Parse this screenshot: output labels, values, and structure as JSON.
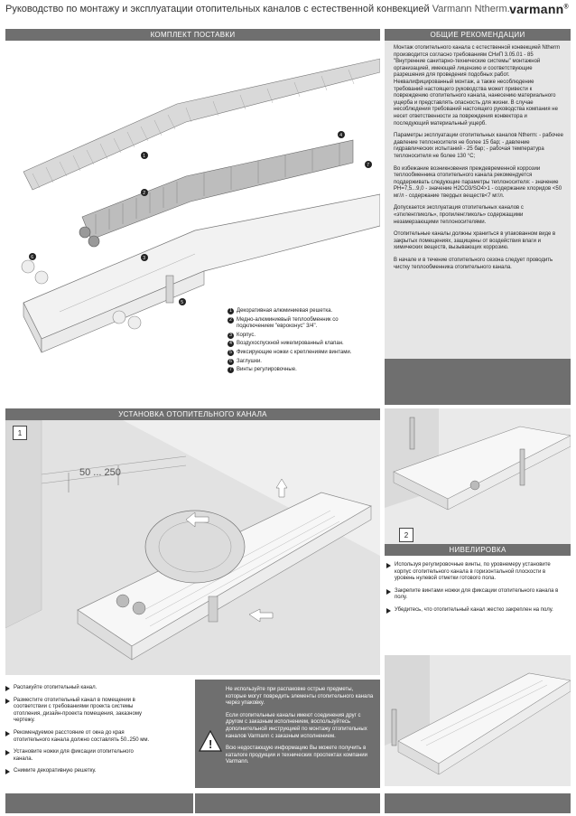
{
  "header": {
    "title": "Руководство по монтажу и эксплуатации отопительных каналов с естественной конвекцией",
    "brand_text": "Varmann Ntherm.",
    "logo": "varmann"
  },
  "sections": {
    "kit": "КОМПЛЕКТ ПОСТАВКИ",
    "general": "ОБЩИЕ РЕКОМЕНДАЦИИ",
    "install": "УСТАНОВКА ОТОПИТЕЛЬНОГО КАНАЛА",
    "leveling": "НИВЕЛИРОВКА"
  },
  "legend": [
    {
      "n": "1",
      "text": "Декоративная алюминиевая решетка."
    },
    {
      "n": "2",
      "text": "Медно-алюминиевый теплообменник со подключением \"евроконус\" 3/4\"."
    },
    {
      "n": "3",
      "text": "Корпус."
    },
    {
      "n": "4",
      "text": "Воздухоспускной никелированный клапан."
    },
    {
      "n": "5",
      "text": "Фиксирующие ножки с креплениями винтами."
    },
    {
      "n": "6",
      "text": "Заглушки."
    },
    {
      "n": "7",
      "text": "Винты регулировочные."
    }
  ],
  "general_text": [
    "Монтаж отопительного канала с естественной конвекцией Ntherm производится согласно требованиям СНиП 3.05.01 - 85 \"Внутренние санитарно-технические системы\" монтажной организацией, имеющей лицензию и соответствующие разрешения для проведения подобных работ. Неквалифицированный монтаж, а также несоблюдение требований настоящего руководства может привести к повреждению отопительного канала, нанесению материального ущерба и представлять опасность для жизни. В случае несоблюдения требований настоящего руководства компания не несет ответственности за повреждения конвектора и последующий материальный ущерб.",
    "Параметры эксплуатации отопительных каналов Ntherm: - рабочее давление теплоносителя не более 15 бар; - давление гидравлических испытаний - 25 бар; - рабочая температура теплоносителя не более 130 °С;",
    "Во избежание возникновения преждевременной коррозии теплообменника отопительного канала рекомендуется поддерживать следующие параметры теплоносителя: - значение PH=7,5...9,0 - значение H2CO3/SO4>1 - содержание хлоридов <50 мг/л - содержание твердых веществ<7 мг/л.",
    "Допускается эксплуатация отопительных каналов с «этиленгликоль», пропиленгликоль» содержащими незамерзающими теплоносителями.",
    "Отопительные каналы должны храниться в упакованном виде в закрытых помещениях, защищены от воздействия влаги и химических веществ, вызывающих коррозию.",
    "В начале и в течение отопительного сезона следует проводить чистку теплообменника отопительного канала."
  ],
  "install_step": "1",
  "dimension_label": "50 ... 250",
  "leveling_step": "2",
  "install_bullets": [
    "Распакуйте отопительный канал.",
    "Разместите отопительный канал в помещении в соответствии с требованиями проекта системы отопления, дизайн-проекта помещения, заказному чертежу.",
    "Рекомендуемое расстояние от окна до края отопительного канала должно составлять 50..250 мм.",
    "Установите ножки для фиксации отопительного канала.",
    "Снимите декоративную решетку."
  ],
  "warning_text": [
    "Не используйте при распаковке острые предметы, которые могут повредить элементы отопительного канала через упаковку.",
    "Если отопительные каналы имеют соединения друг с другом с заказным исполнением, воспользуйтесь дополнительной инструкцией по монтажу отопительных каналов Varmann с заказным исполнением.",
    "Всю недостающую информацию Вы можете получить в каталоге продукции и технических проспектах компании Varmann."
  ],
  "leveling_bullets": [
    "Используя регулировочные винты, по уровнемеру установите корпус отопительного канала в горизонтальной плоскости в уровень нулевой отметки готового пола.",
    "Закрепите винтами ножки для фиксации отопительного канала в полу.",
    "Убедитесь, что отопительный канал жестко закреплен на полу."
  ]
}
